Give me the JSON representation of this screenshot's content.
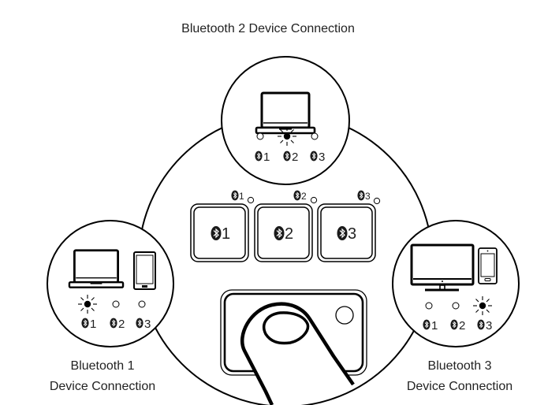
{
  "diagram": {
    "type": "bluetooth-multi-device-pairing",
    "stroke_color": "#000000",
    "background_color": "#ffffff"
  },
  "labels": {
    "top": "Bluetooth 2 Device Connection",
    "left_line1": "Bluetooth 1",
    "left_line2": "Device Connection",
    "right_line1": "Bluetooth 3",
    "right_line2": "Device Connection"
  },
  "keys": [
    {
      "id": "1",
      "label": "1",
      "indicator_label": "1",
      "icon": "bluetooth-icon"
    },
    {
      "id": "2",
      "label": "2",
      "indicator_label": "2",
      "icon": "bluetooth-icon"
    },
    {
      "id": "3",
      "label": "3",
      "indicator_label": "3",
      "icon": "bluetooth-icon"
    }
  ],
  "channels": [
    {
      "name": "bluetooth-1",
      "devices": [
        "laptop-icon",
        "tablet-icon"
      ],
      "active_led": 1,
      "led_labels": [
        "1",
        "2",
        "3"
      ]
    },
    {
      "name": "bluetooth-2",
      "devices": [
        "laptop-icon"
      ],
      "active_led": 2,
      "led_labels": [
        "1",
        "2",
        "3"
      ]
    },
    {
      "name": "bluetooth-3",
      "devices": [
        "monitor-icon",
        "phone-icon"
      ],
      "active_led": 3,
      "led_labels": [
        "1",
        "2",
        "3"
      ]
    }
  ],
  "touchpad": {
    "icon": "finger-press-icon"
  }
}
